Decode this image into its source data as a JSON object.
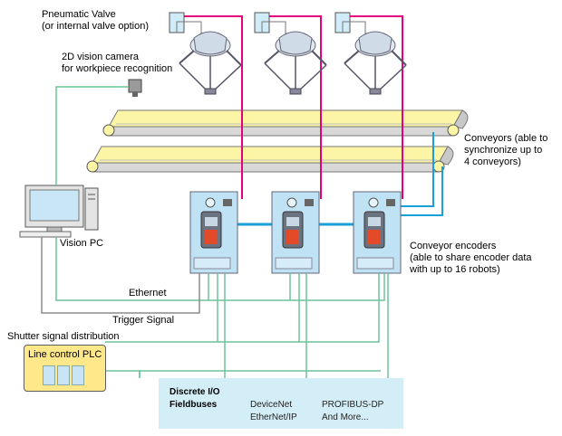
{
  "labels": {
    "pneumatic_valve": [
      "Pneumatic Valve",
      "(or internal valve option)"
    ],
    "camera": [
      "2D vision camera",
      "for workpiece recognition"
    ],
    "conveyors": [
      "Conveyors (able to",
      "synchronize up to",
      "4 conveyors)"
    ],
    "vision_pc": "Vision PC",
    "encoders": [
      "Conveyor encoders",
      "(able to share encoder data",
      "with up to 16 robots)"
    ],
    "ethernet": "Ethernet",
    "trigger": "Trigger Signal",
    "shutter": "Shutter signal distribution"
  },
  "plc": {
    "title": "Line control PLC"
  },
  "fieldbus": {
    "heading1": "Discrete I/O",
    "heading2": "Fieldbuses",
    "col1": [
      "DeviceNet",
      "EtherNet/IP"
    ],
    "col2": [
      "PROFIBUS-DP",
      "And More..."
    ]
  },
  "colors": {
    "valve_line": "#e6007e",
    "ethernet_line": "#6dc39a",
    "trigger_line": "#8c8c8c",
    "encoder_line": "#1aa0d8",
    "conveyor_belt": "#fdf5a6",
    "controller": "#bfe3f5"
  }
}
